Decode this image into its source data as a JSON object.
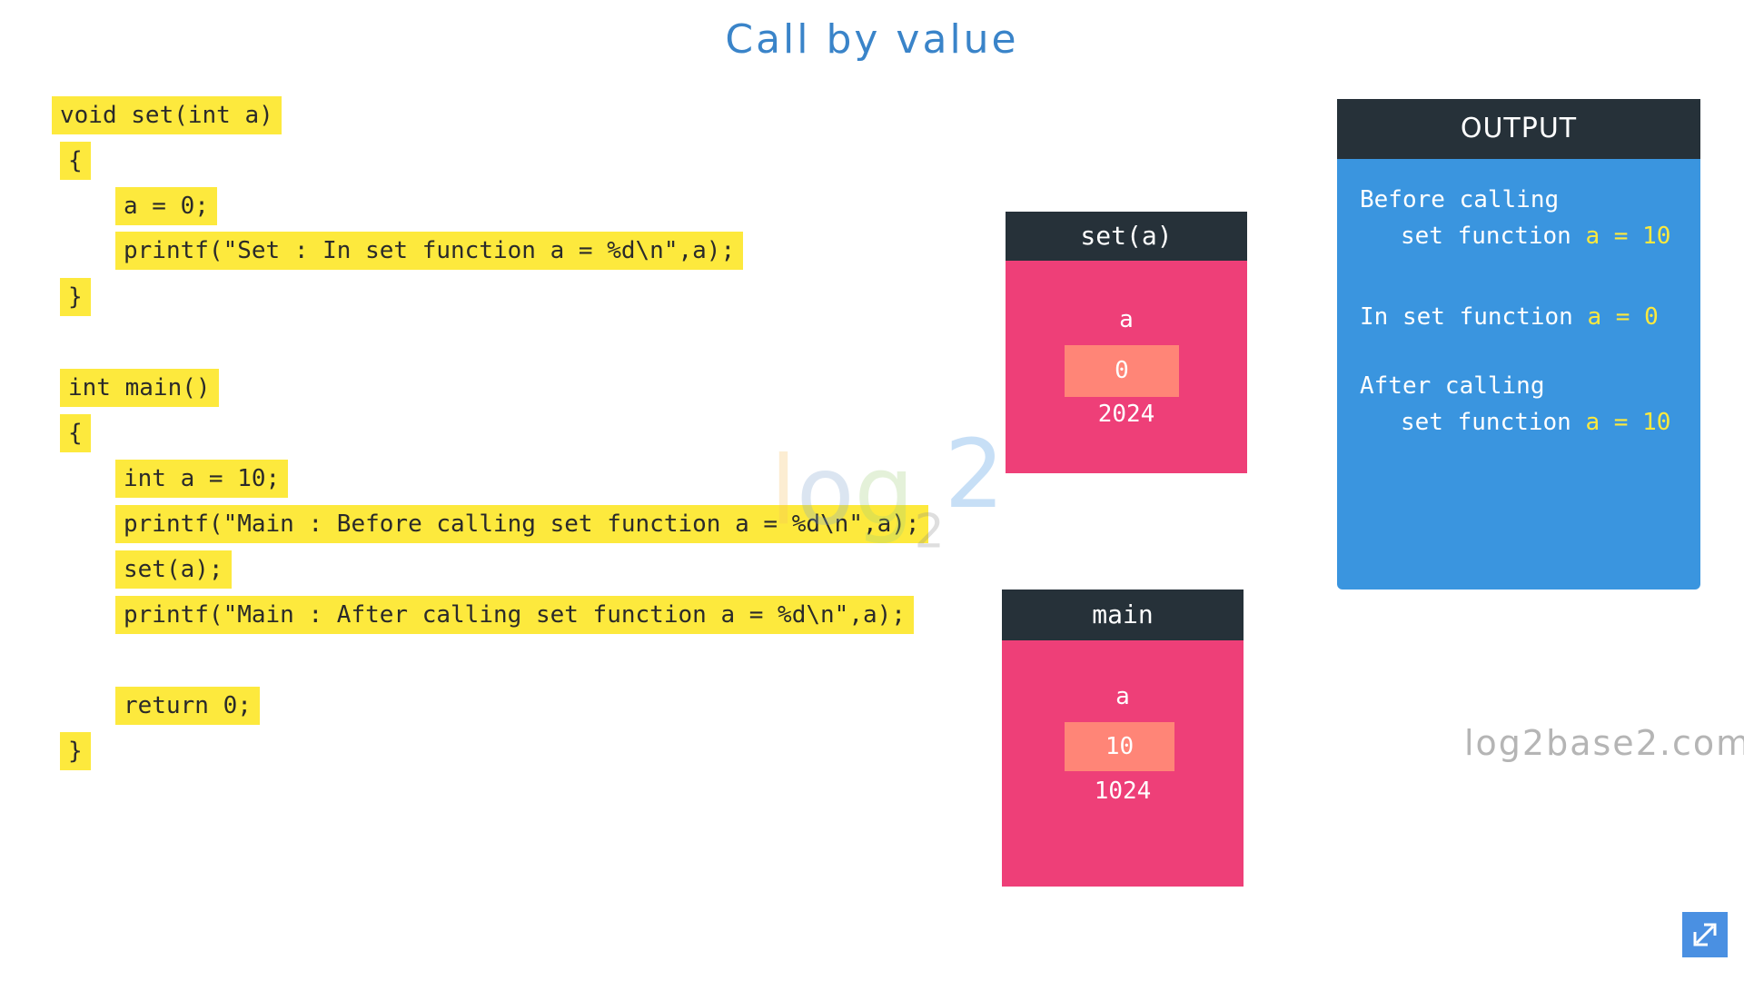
{
  "title": "Call by value",
  "code": [
    "void set(int a)",
    "{",
    "a = 0;",
    "printf(\"Set : In set function a = %d\\n\",a);",
    "}",
    "int main()",
    "{",
    "int a = 10;",
    "printf(\"Main : Before calling set function a = %d\\n\",a);",
    "set(a);",
    "printf(\"Main : After calling set function a = %d\\n\",a);",
    "return 0;",
    "}"
  ],
  "watermark": {
    "l": "l",
    "o": "o",
    "g": "g",
    "sub": "2",
    "two": "2"
  },
  "set_frame": {
    "title": "set(a)",
    "var": "a",
    "value": "0",
    "address": "2024"
  },
  "main_frame": {
    "title": "main",
    "var": "a",
    "value": "10",
    "address": "1024"
  },
  "output": {
    "header": "OUTPUT",
    "line1": "Before calling",
    "line2_text": "set function",
    "line2_hl": "a = 10",
    "line3_text": "In set function",
    "line3_hl": "a = 0",
    "line4": "After calling",
    "line5_text": "set function",
    "line5_hl": "a = 10"
  },
  "site": "log2base2.com",
  "icons": {
    "expand": "expand-icon"
  },
  "colors": {
    "title": "#3a84c9",
    "highlight": "#fde93d",
    "frame": "#ee3f78",
    "cell": "#ff8577",
    "header": "#263139",
    "output": "#3a95df"
  }
}
